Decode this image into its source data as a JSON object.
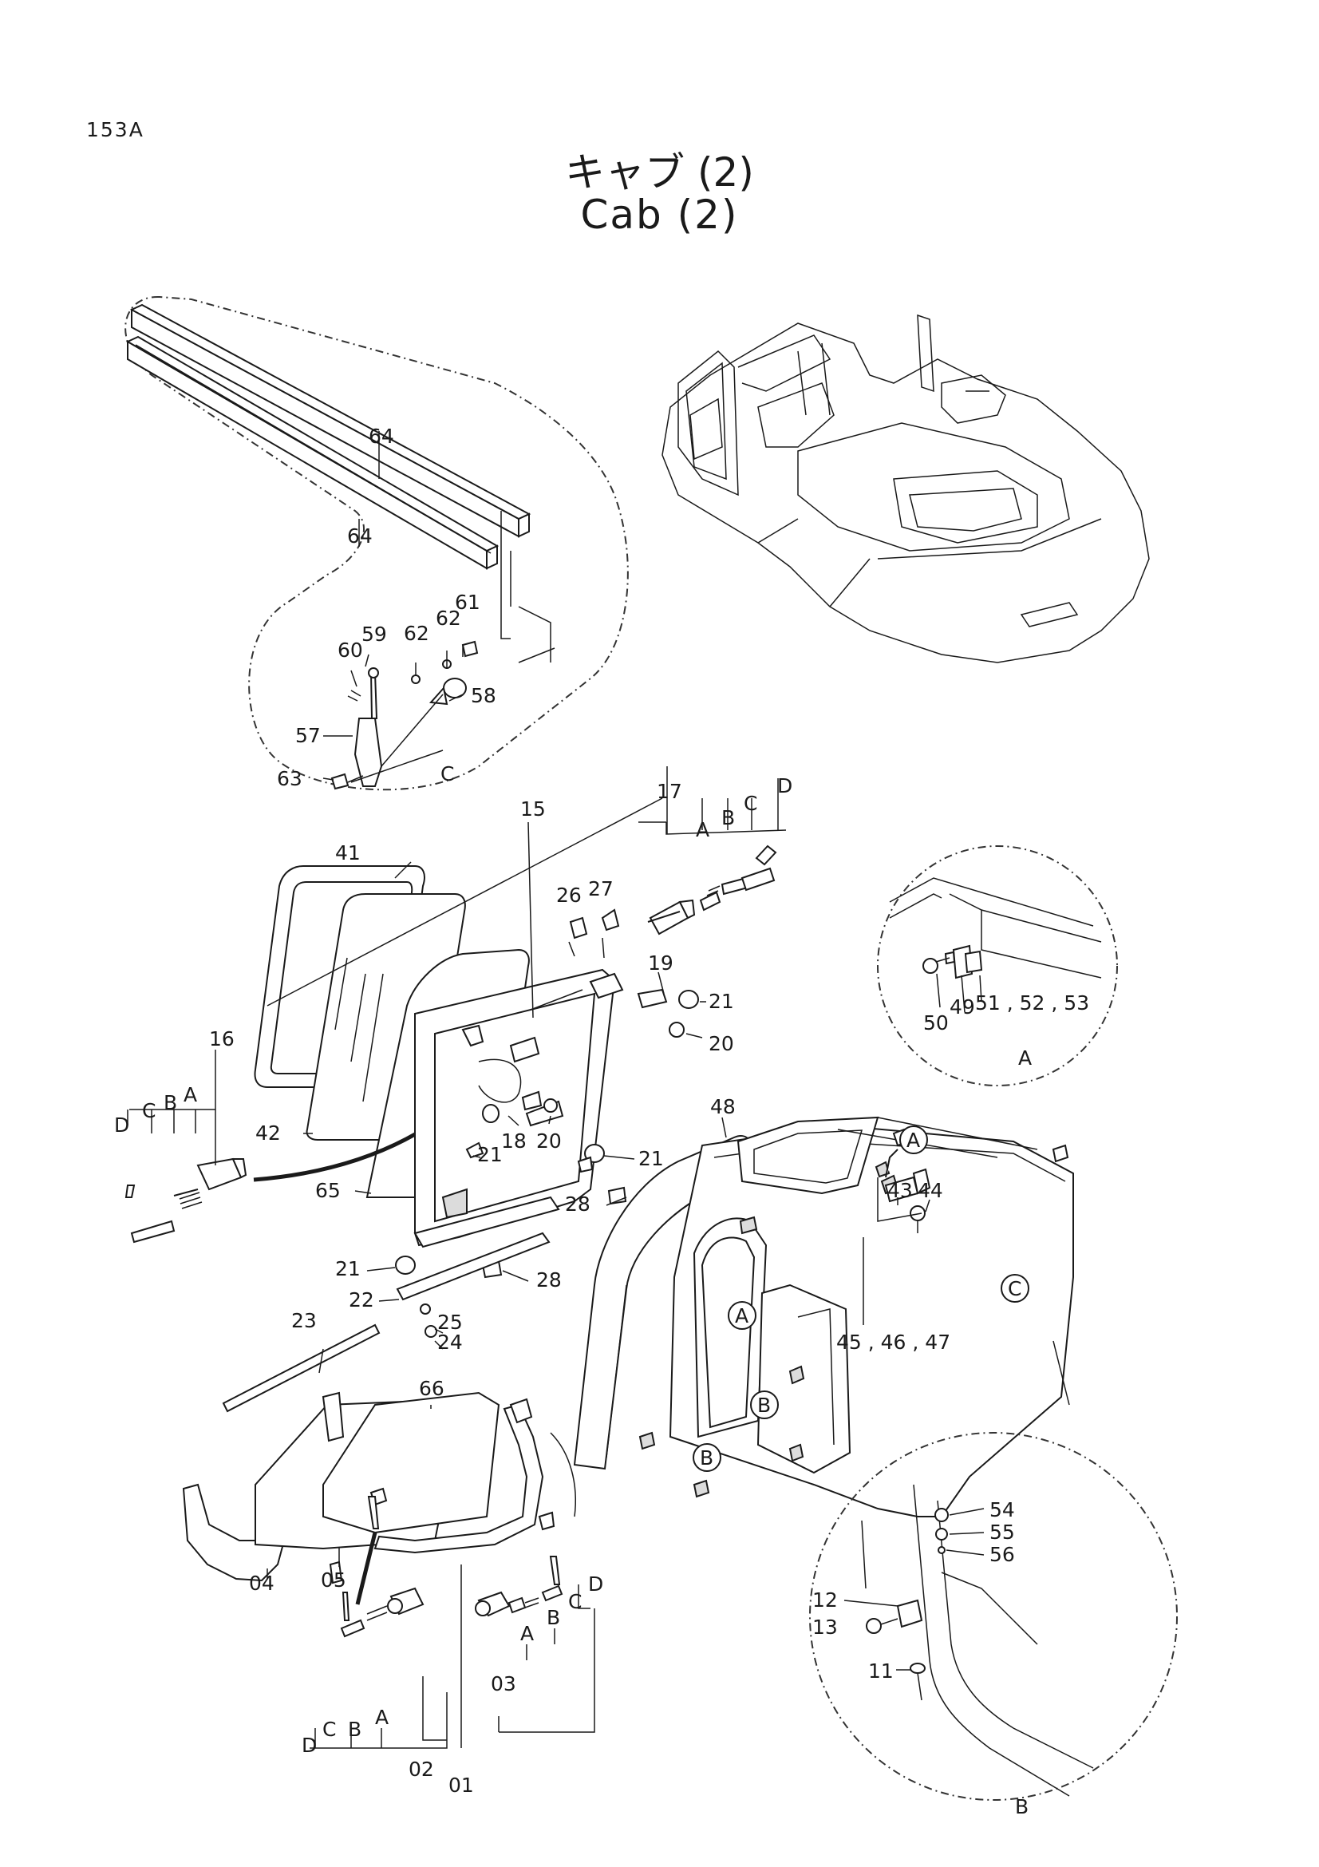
{
  "page_code": "153A",
  "title_jp": "キャブ (2)",
  "title_en": "Cab (2)",
  "part_labels": {
    "p64a": "64",
    "p64b": "64",
    "p61": "61",
    "p62a": "62",
    "p62b": "62",
    "p59": "59",
    "p60": "60",
    "p58": "58",
    "p57": "57",
    "p63": "63",
    "detC_top": "C",
    "p15": "15",
    "p17": "17",
    "p41": "41",
    "p16": "16",
    "p42": "42",
    "p65": "65",
    "p26": "26",
    "p27": "27",
    "p19": "19",
    "p21a": "21",
    "p20a": "20",
    "p18": "18",
    "p20b": "20",
    "p21b": "21",
    "p21c": "21",
    "p28a": "28",
    "p21d": "21",
    "p28b": "28",
    "p22": "22",
    "p23": "23",
    "p25": "25",
    "p24": "24",
    "p17A": "A",
    "p17B": "B",
    "p17C": "C",
    "p17D": "D",
    "p16A": "A",
    "p16B": "B",
    "p16C": "C",
    "p16D": "D",
    "p48": "48",
    "p43": "43",
    "p44": "44",
    "p454647": "45 , 46 , 47",
    "p66": "66",
    "p04": "04",
    "p05": "05",
    "p01": "01",
    "p02": "02",
    "p03": "03",
    "p03A": "A",
    "p03B": "B",
    "p03C": "C",
    "p03D": "D",
    "p02A": "A",
    "p02B": "B",
    "p02C": "C",
    "p02D": "D",
    "p50": "50",
    "p49": "49",
    "p515253": "51 , 52 , 53",
    "detA": "A",
    "p54": "54",
    "p55": "55",
    "p56": "56",
    "p12": "12",
    "p13": "13",
    "p11": "11",
    "detB": "B",
    "circA1": "A",
    "circA2": "A",
    "circB1": "B",
    "circB2": "B",
    "circC": "C"
  }
}
